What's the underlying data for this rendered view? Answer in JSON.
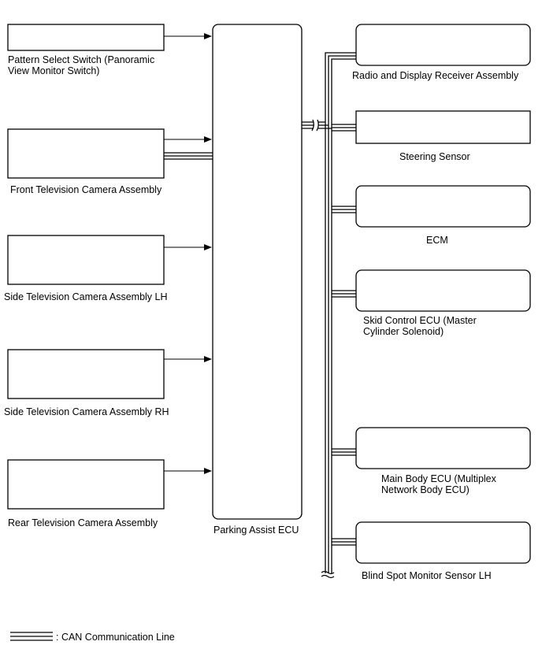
{
  "left_components": [
    {
      "id": "pattern-select-switch",
      "lines": [
        "Pattern Select Switch (Panoramic",
        "View Monitor Switch)"
      ]
    },
    {
      "id": "front-camera",
      "lines": [
        "Front Television Camera Assembly"
      ]
    },
    {
      "id": "side-camera-lh",
      "lines": [
        "Side Television Camera Assembly LH"
      ]
    },
    {
      "id": "side-camera-rh",
      "lines": [
        "Side Television Camera Assembly RH"
      ]
    },
    {
      "id": "rear-camera",
      "lines": [
        "Rear Television Camera Assembly"
      ]
    }
  ],
  "center_component": {
    "id": "parking-assist-ecu",
    "label": "Parking Assist ECU"
  },
  "right_components": [
    {
      "id": "radio-display-receiver",
      "lines": [
        "Radio and Display Receiver Assembly"
      ]
    },
    {
      "id": "steering-sensor",
      "lines": [
        "Steering Sensor"
      ]
    },
    {
      "id": "ecm",
      "lines": [
        "ECM"
      ]
    },
    {
      "id": "skid-control-ecu",
      "lines": [
        "Skid Control ECU (Master",
        "Cylinder Solenoid)"
      ]
    },
    {
      "id": "main-body-ecu",
      "lines": [
        "Main Body ECU (Multiplex",
        "Network Body ECU)"
      ]
    },
    {
      "id": "blind-spot-sensor-lh",
      "lines": [
        "Blind Spot Monitor Sensor LH"
      ]
    }
  ],
  "legend": {
    "label": ": CAN Communication Line"
  }
}
